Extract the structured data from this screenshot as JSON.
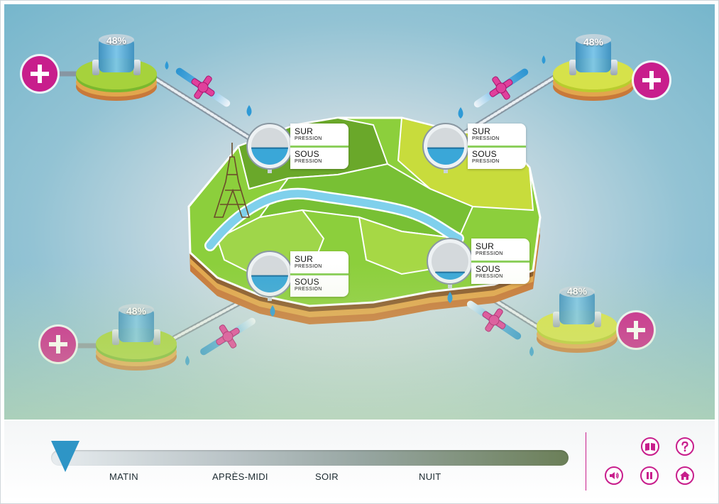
{
  "reservoirs": [
    {
      "id": "top-left",
      "level": "48%",
      "fill": 0.48
    },
    {
      "id": "top-right",
      "level": "48%",
      "fill": 0.48
    },
    {
      "id": "bottom-left",
      "level": "48%",
      "fill": 0.48
    },
    {
      "id": "bottom-right",
      "level": "48%",
      "fill": 0.48
    }
  ],
  "gauges": [
    {
      "id": "nw",
      "over_label": "SUR",
      "over_sub": "PRESSION",
      "under_label": "SOUS",
      "under_sub": "PRESSION",
      "water_level": 0.45
    },
    {
      "id": "ne",
      "over_label": "SUR",
      "over_sub": "PRESSION",
      "under_label": "SOUS",
      "under_sub": "PRESSION",
      "water_level": 0.45
    },
    {
      "id": "sw",
      "over_label": "SUR",
      "over_sub": "PRESSION",
      "under_label": "SOUS",
      "under_sub": "PRESSION",
      "water_level": 0.45
    },
    {
      "id": "se",
      "over_label": "SUR",
      "over_sub": "PRESSION",
      "under_label": "SOUS",
      "under_sub": "PRESSION",
      "water_level": 0.2
    }
  ],
  "timeline": {
    "labels": [
      "MATIN",
      "APRÈS-MIDI",
      "SOIR",
      "NUIT"
    ],
    "position": 0.0
  },
  "controls": {
    "book": "book-icon",
    "help": "question-icon",
    "sound": "speaker-icon",
    "pause": "pause-icon",
    "home": "home-icon"
  },
  "colors": {
    "accent": "#c81e8c",
    "water": "#3aa7d8",
    "map_green": "#8ccf3c",
    "handle": "#2e95c6"
  }
}
